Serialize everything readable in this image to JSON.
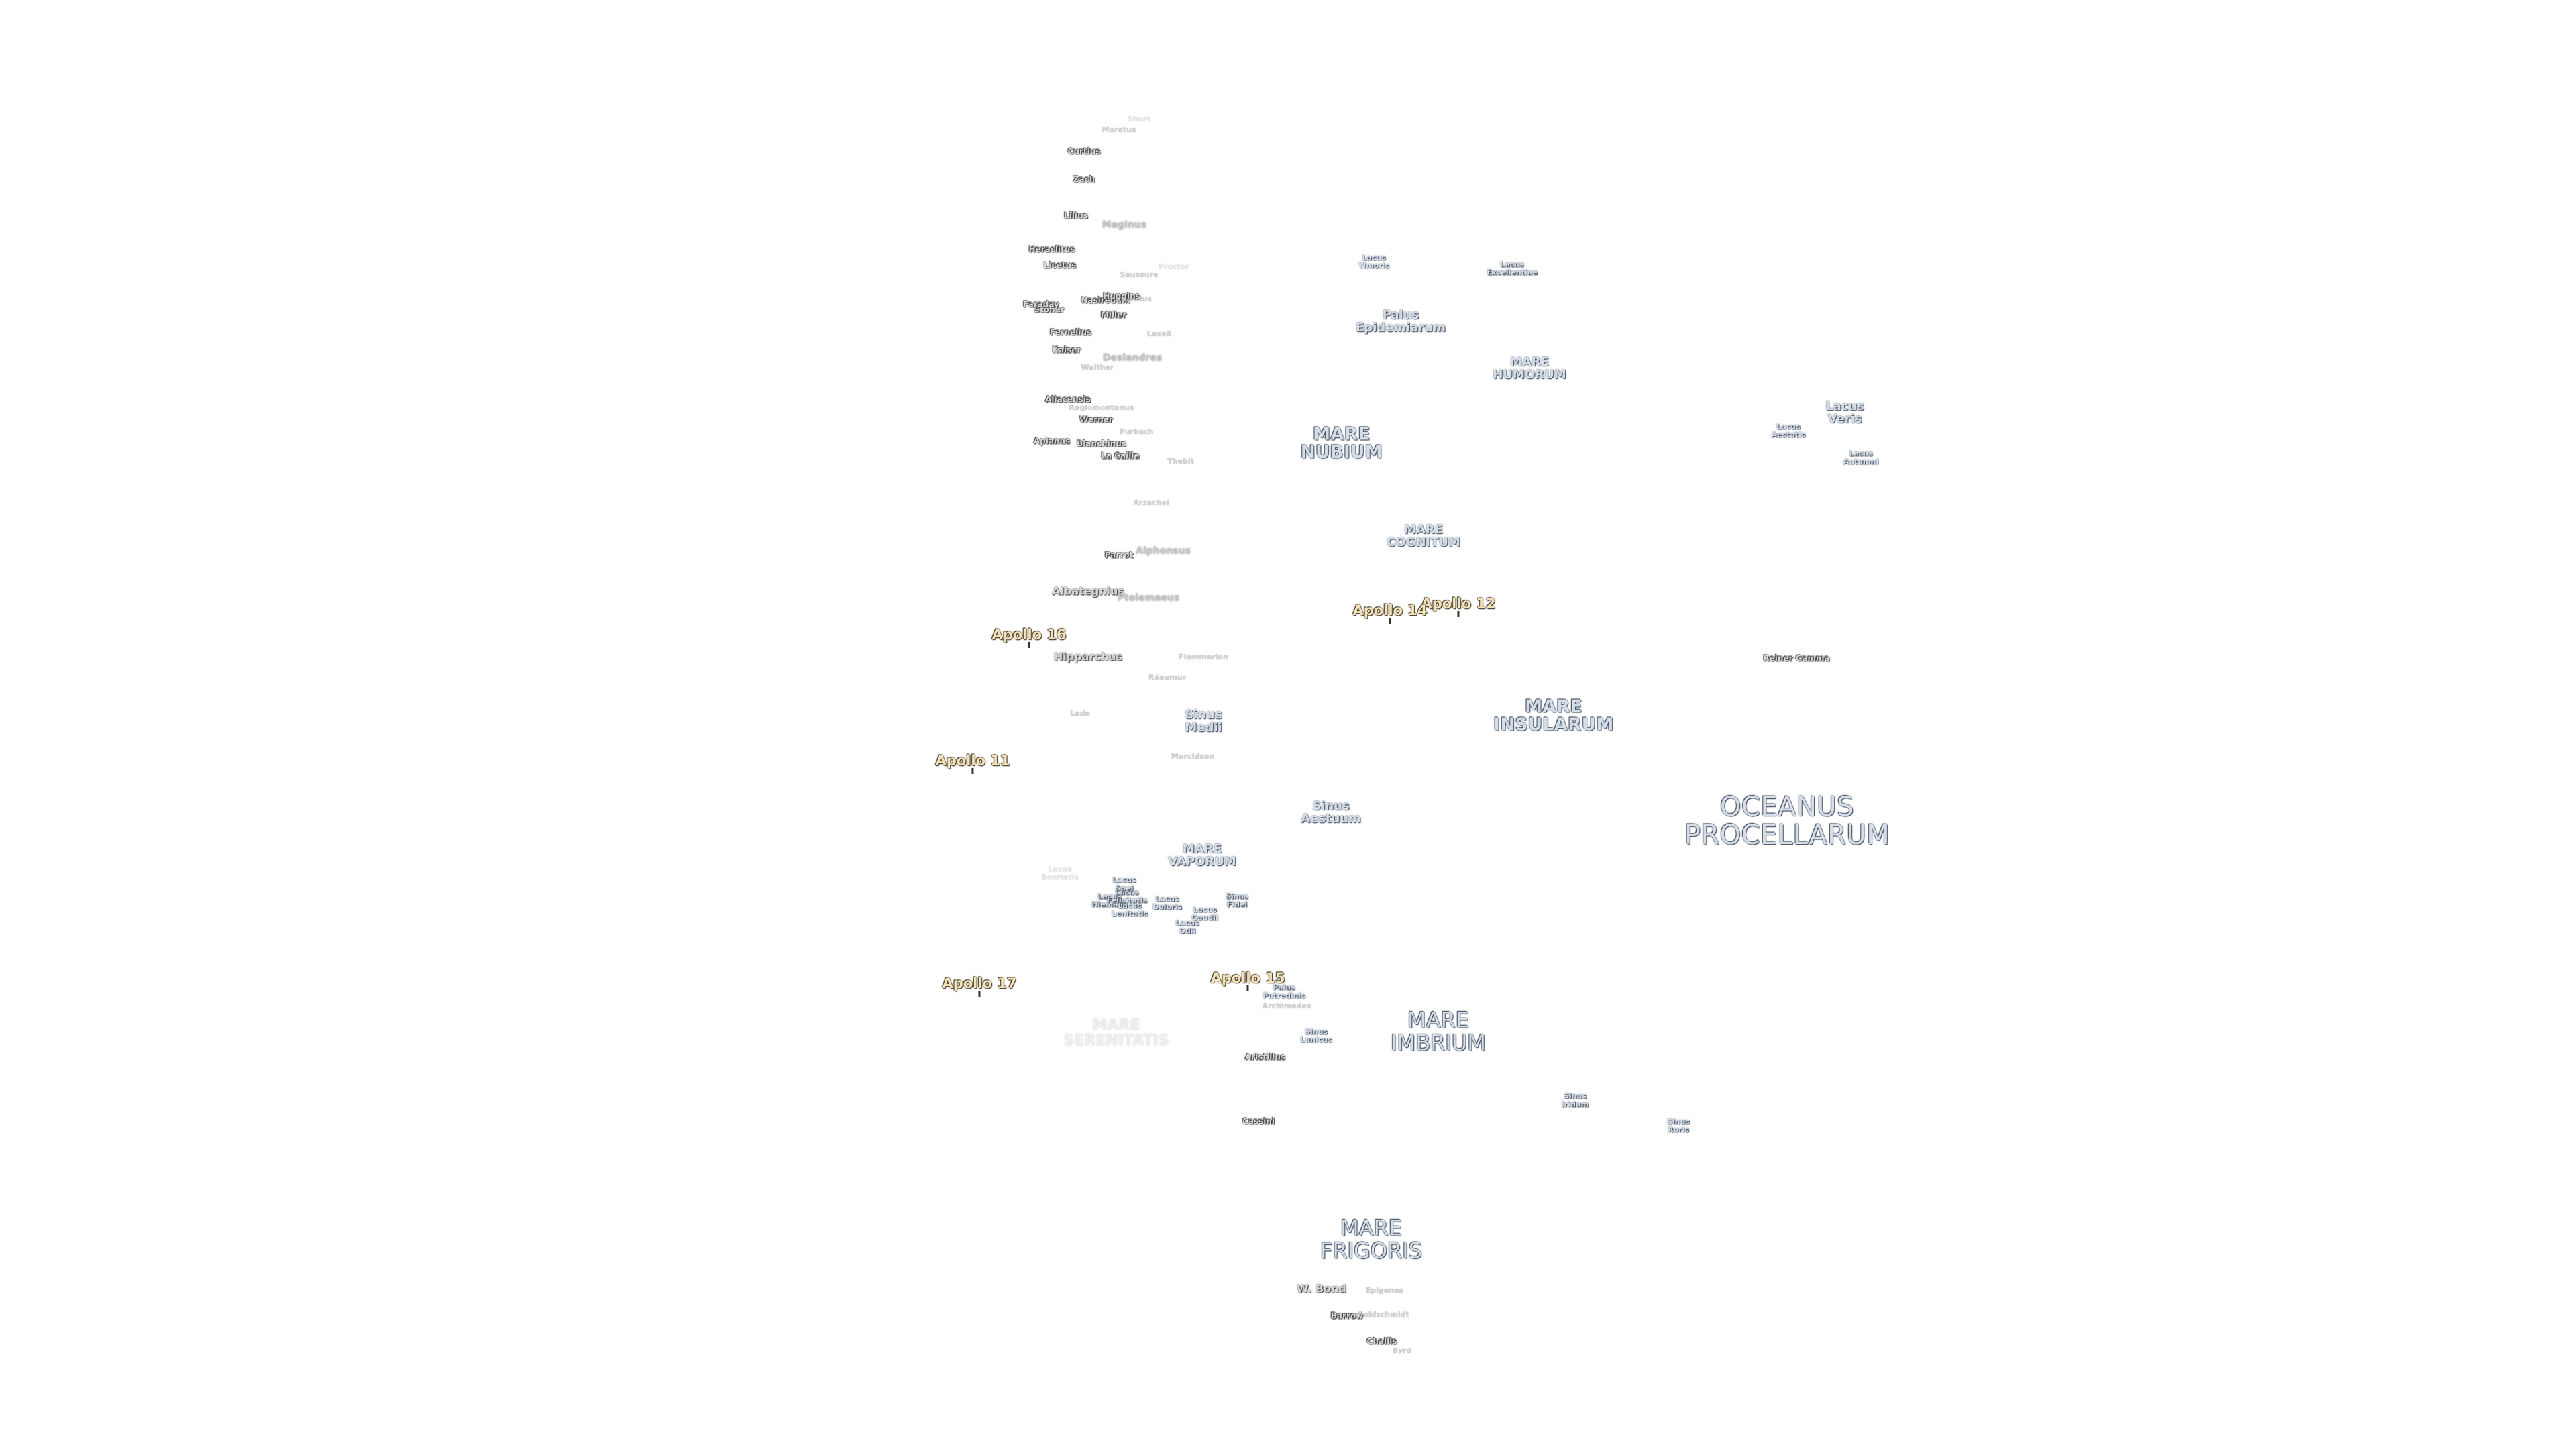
{
  "labels": [
    {
      "id": "mare-nubium",
      "text": [
        "MARE",
        "NUBIUM"
      ],
      "cls": "mare"
    },
    {
      "id": "mare-humorum",
      "text": [
        "MARE",
        "HUMORUM"
      ],
      "cls": "mare-sm"
    },
    {
      "id": "mare-cognitum",
      "text": [
        "MARE",
        "COGNITUM"
      ],
      "cls": "mare-sm"
    },
    {
      "id": "mare-insularum",
      "text": [
        "MARE",
        "INSULARUM"
      ],
      "cls": "mare"
    },
    {
      "id": "oceanus-procellarum",
      "text": [
        "OCEANUS",
        "PROCELLARUM"
      ],
      "cls": "mare-lg"
    },
    {
      "id": "mare-vaporum",
      "text": [
        "MARE",
        "VAPORUM"
      ],
      "cls": "mare-sm"
    },
    {
      "id": "mare-imbrium",
      "text": [
        "MARE",
        "IMBRIUM"
      ],
      "cls": "mare-md"
    },
    {
      "id": "mare-frigoris",
      "text": [
        "MARE",
        "FRIGORIS"
      ],
      "cls": "mare-md"
    },
    {
      "id": "mare-serenitatis",
      "text": [
        "MARE",
        "SERENITATIS"
      ],
      "cls": "ghost"
    },
    {
      "id": "palus-epidemiarum",
      "text": [
        "Palus",
        "Epidemiarum"
      ],
      "cls": "mare-sm"
    },
    {
      "id": "lacus-timoris",
      "text": [
        "Lacus",
        "Timoris"
      ],
      "cls": "mare-xs"
    },
    {
      "id": "lacus-excellentiae",
      "text": [
        "Lacus",
        "Excellentiae"
      ],
      "cls": "mare-xs"
    },
    {
      "id": "lacus-veris",
      "text": [
        "Lacus",
        "Veris"
      ],
      "cls": "mare-sm"
    },
    {
      "id": "lacus-autumni",
      "text": [
        "Lacus",
        "Autumni"
      ],
      "cls": "mare-xs"
    },
    {
      "id": "lacus-aestatis",
      "text": [
        "Lacus",
        "Aestatis"
      ],
      "cls": "mare-xs"
    },
    {
      "id": "sinus-medii",
      "text": [
        "Sinus",
        "Medii"
      ],
      "cls": "mare-sm"
    },
    {
      "id": "sinus-aestuum",
      "text": [
        "Sinus",
        "Aestuum"
      ],
      "cls": "mare-sm"
    },
    {
      "id": "sinus-iridum",
      "text": [
        "Sinus",
        "Iridum"
      ],
      "cls": "mare-xs"
    },
    {
      "id": "sinus-roris",
      "text": [
        "Sinus",
        "Roris"
      ],
      "cls": "mare-xs"
    },
    {
      "id": "sinus-lunicus",
      "text": [
        "Sinus",
        "Lunicus"
      ],
      "cls": "mare-xs"
    },
    {
      "id": "sinus-fidei",
      "text": [
        "Sinus",
        "Fidei"
      ],
      "cls": "mare-xs"
    },
    {
      "id": "palus-putredinis",
      "text": [
        "Palus",
        "Putredinis"
      ],
      "cls": "mare-xs"
    },
    {
      "id": "lacus-doloris",
      "text": [
        "Lacus",
        "Doloris"
      ],
      "cls": "mare-xs"
    },
    {
      "id": "lacus-gaudii",
      "text": [
        "Lacus",
        "Gaudii"
      ],
      "cls": "mare-xs"
    },
    {
      "id": "lacus-odii",
      "text": [
        "Lacus",
        "Odii"
      ],
      "cls": "mare-xs"
    },
    {
      "id": "lacus-hiemalis",
      "text": [
        "Lacus",
        "Hiemalis"
      ],
      "cls": "mare-xs"
    },
    {
      "id": "lacus-lenitatis",
      "text": [
        "Lacus",
        "Lenitatis"
      ],
      "cls": "mare-xs"
    },
    {
      "id": "lacus-felicitatis",
      "text": [
        "Lacus",
        "Felicitatis"
      ],
      "cls": "mare-xs"
    },
    {
      "id": "lacus-spei",
      "text": [
        "Lacus",
        "Spei"
      ],
      "cls": "mare-xs"
    },
    {
      "id": "lacus-bonitatis",
      "text": [
        "Lacus",
        "Bonitatis"
      ],
      "cls": "ghost-sm"
    },
    {
      "id": "reiner-gamma",
      "text": [
        "Reiner Gamma"
      ],
      "cls": "crater"
    },
    {
      "id": "apollo-11",
      "text": [
        "Apollo 11"
      ],
      "cls": "apollo"
    },
    {
      "id": "apollo-12",
      "text": [
        "Apollo 12"
      ],
      "cls": "apollo"
    },
    {
      "id": "apollo-14",
      "text": [
        "Apollo 14"
      ],
      "cls": "apollo"
    },
    {
      "id": "apollo-15",
      "text": [
        "Apollo 15"
      ],
      "cls": "apollo"
    },
    {
      "id": "apollo-16",
      "text": [
        "Apollo 16"
      ],
      "cls": "apollo"
    },
    {
      "id": "apollo-17",
      "text": [
        "Apollo 17"
      ],
      "cls": "apollo"
    },
    {
      "id": "short",
      "text": [
        "Short"
      ],
      "cls": "ghost-sm"
    },
    {
      "id": "moretus",
      "text": [
        "Moretus"
      ],
      "cls": "faint-sm"
    },
    {
      "id": "curtius",
      "text": [
        "Curtius"
      ],
      "cls": "crater"
    },
    {
      "id": "zach",
      "text": [
        "Zach"
      ],
      "cls": "crater"
    },
    {
      "id": "lilius",
      "text": [
        "Lilius"
      ],
      "cls": "crater"
    },
    {
      "id": "maginus",
      "text": [
        "Maginus"
      ],
      "cls": "faint"
    },
    {
      "id": "heraclitus",
      "text": [
        "Heraclitus"
      ],
      "cls": "crater"
    },
    {
      "id": "licetus",
      "text": [
        "Licetus"
      ],
      "cls": "crater"
    },
    {
      "id": "proctor",
      "text": [
        "Proctor"
      ],
      "cls": "ghost-sm"
    },
    {
      "id": "saussure",
      "text": [
        "Saussure"
      ],
      "cls": "faint-sm"
    },
    {
      "id": "stoefler",
      "text": [
        "Stöfler"
      ],
      "cls": "crater"
    },
    {
      "id": "faraday",
      "text": [
        "Faraday"
      ],
      "cls": "crater"
    },
    {
      "id": "nasireddin",
      "text": [
        "Nasireddin"
      ],
      "cls": "crater"
    },
    {
      "id": "orontius",
      "text": [
        "Orontius"
      ],
      "cls": "faint-sm"
    },
    {
      "id": "huggins",
      "text": [
        "Huggins"
      ],
      "cls": "crater"
    },
    {
      "id": "miller",
      "text": [
        "Miller"
      ],
      "cls": "crater"
    },
    {
      "id": "fernelius",
      "text": [
        "Fernelius"
      ],
      "cls": "crater"
    },
    {
      "id": "lexell",
      "text": [
        "Lexell"
      ],
      "cls": "faint-sm"
    },
    {
      "id": "kaiser",
      "text": [
        "Kaiser"
      ],
      "cls": "crater"
    },
    {
      "id": "walther",
      "text": [
        "Walther"
      ],
      "cls": "faint-sm"
    },
    {
      "id": "deslandres",
      "text": [
        "Deslandres"
      ],
      "cls": "faint"
    },
    {
      "id": "aliacensis",
      "text": [
        "Aliacensis"
      ],
      "cls": "crater"
    },
    {
      "id": "regiomontanus",
      "text": [
        "Regiomontanus"
      ],
      "cls": "faint-sm"
    },
    {
      "id": "werner",
      "text": [
        "Werner"
      ],
      "cls": "crater"
    },
    {
      "id": "purbach",
      "text": [
        "Purbach"
      ],
      "cls": "faint-sm"
    },
    {
      "id": "apianus",
      "text": [
        "Apianus"
      ],
      "cls": "crater"
    },
    {
      "id": "blanchinus",
      "text": [
        "Blanchinus"
      ],
      "cls": "crater"
    },
    {
      "id": "la-caille",
      "text": [
        "La Caille"
      ],
      "cls": "crater"
    },
    {
      "id": "thebit",
      "text": [
        "Thebit"
      ],
      "cls": "faint-sm"
    },
    {
      "id": "arzachel",
      "text": [
        "Arzachel"
      ],
      "cls": "faint-sm"
    },
    {
      "id": "parrot",
      "text": [
        "Parrot"
      ],
      "cls": "crater"
    },
    {
      "id": "alphonsus",
      "text": [
        "Alphonsus"
      ],
      "cls": "faint"
    },
    {
      "id": "albategnius",
      "text": [
        "Albategnius"
      ],
      "cls": "crater-md"
    },
    {
      "id": "ptolemaeus",
      "text": [
        "Ptolemaeus"
      ],
      "cls": "faint"
    },
    {
      "id": "hipparchus",
      "text": [
        "Hipparchus"
      ],
      "cls": "crater-md"
    },
    {
      "id": "flammarion",
      "text": [
        "Flammarion"
      ],
      "cls": "faint-sm"
    },
    {
      "id": "reaumur",
      "text": [
        "Réaumur"
      ],
      "cls": "faint-sm"
    },
    {
      "id": "lade",
      "text": [
        "Lade"
      ],
      "cls": "faint-sm"
    },
    {
      "id": "murchison",
      "text": [
        "Murchison"
      ],
      "cls": "faint-sm"
    },
    {
      "id": "archimedes",
      "text": [
        "Archimedes"
      ],
      "cls": "faint-sm"
    },
    {
      "id": "aristillus",
      "text": [
        "Aristillus"
      ],
      "cls": "crater"
    },
    {
      "id": "cassini",
      "text": [
        "Cassini"
      ],
      "cls": "crater"
    },
    {
      "id": "w-bond",
      "text": [
        "W. Bond"
      ],
      "cls": "crater-md"
    },
    {
      "id": "epigenes",
      "text": [
        "Epigenes"
      ],
      "cls": "faint-sm"
    },
    {
      "id": "barrow",
      "text": [
        "Barrow"
      ],
      "cls": "crater"
    },
    {
      "id": "goldschmidt",
      "text": [
        "Goldschmidt"
      ],
      "cls": "faint-sm"
    },
    {
      "id": "challis",
      "text": [
        "Challis"
      ],
      "cls": "crater"
    },
    {
      "id": "byrd",
      "text": [
        "Byrd"
      ],
      "cls": "faint-sm"
    }
  ]
}
